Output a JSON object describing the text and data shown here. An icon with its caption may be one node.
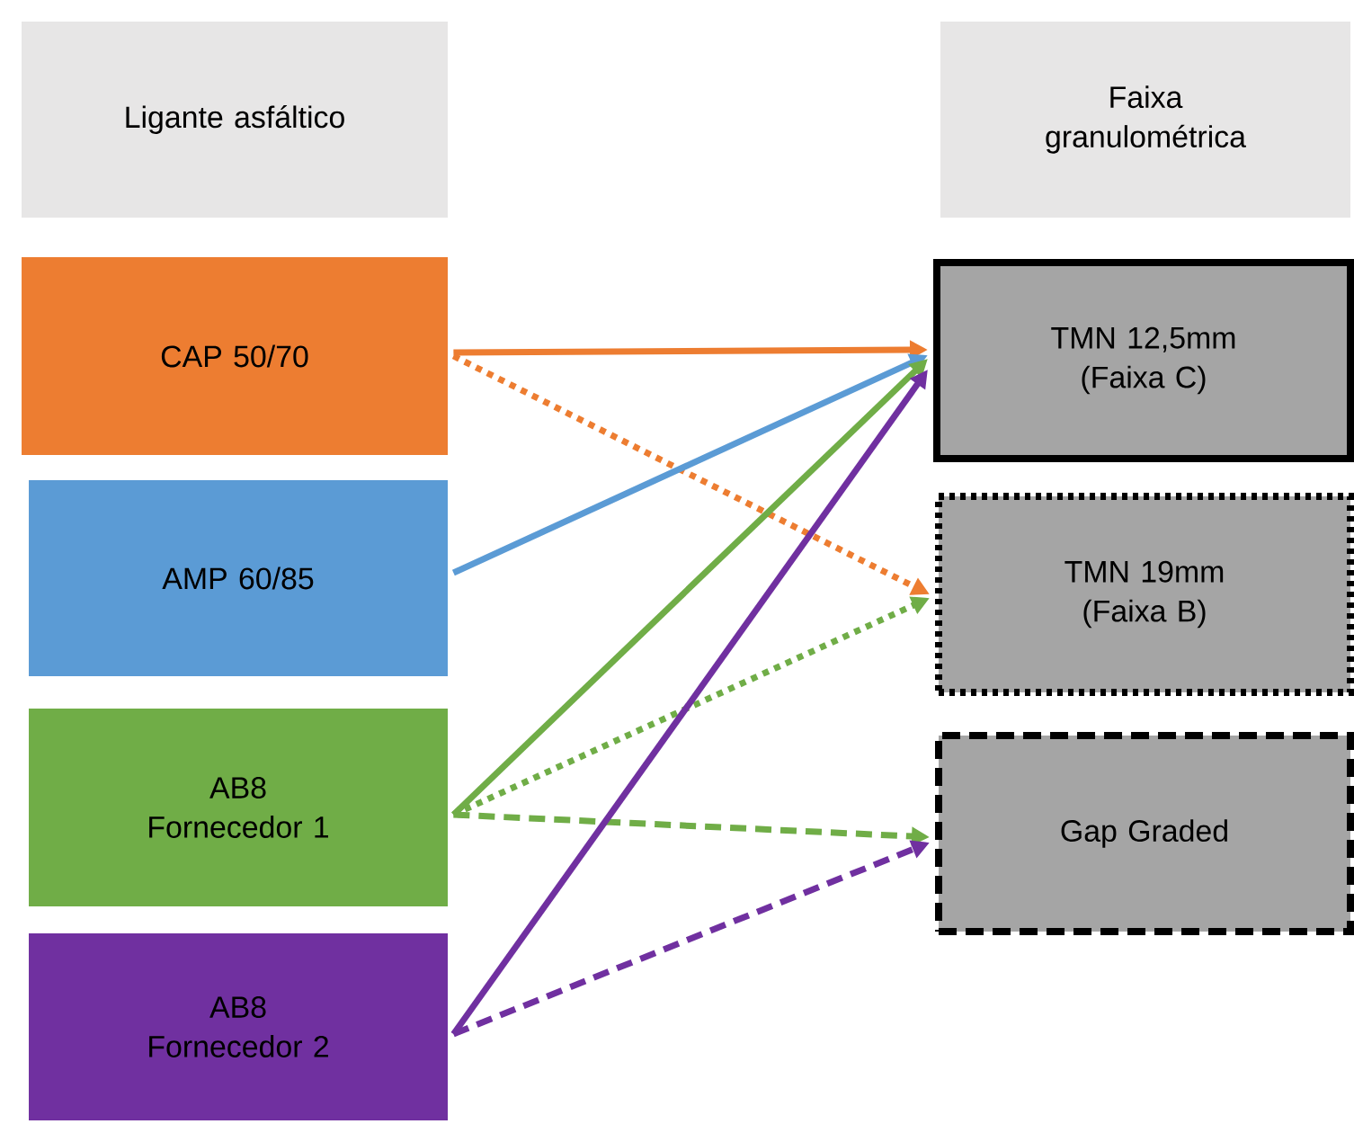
{
  "diagram": {
    "nodes": [
      {
        "text": [
          "Ligante asfáltico"
        ]
      },
      {
        "text": [
          "Faixa granulométrica"
        ]
      },
      {
        "text": [
          "CAP 50/70"
        ]
      },
      {
        "text": [
          "AMP 60/85"
        ]
      },
      {
        "text": [
          "AB8 Fornecedor 1"
        ]
      },
      {
        "text": [
          "AB8 Fornecedor 2"
        ]
      },
      {
        "text": [
          "TMN 12,5mm (Faixa C)"
        ]
      },
      {
        "text": [
          "TMN 19mm (Faixa B)"
        ]
      },
      {
        "text": [
          "Gap Graded"
        ]
      }
    ],
    "edges": [
      {
        "from": 2,
        "to": 6,
        "arrow": "to",
        "color": "#ed7d31"
      },
      {
        "from": 2,
        "to": 7,
        "arrow": "to",
        "style": "dashed",
        "color": "#ed7d31"
      },
      {
        "from": 3,
        "to": 6,
        "arrow": "to",
        "color": "#5b9bd5"
      },
      {
        "from": 4,
        "to": 6,
        "arrow": "to",
        "color": "#70ad47"
      },
      {
        "from": 4,
        "to": 7,
        "arrow": "to",
        "style": "dashed",
        "color": "#70ad47"
      },
      {
        "from": 4,
        "to": 8,
        "arrow": "to",
        "style": "dashed",
        "color": "#70ad47"
      },
      {
        "from": 5,
        "to": 6,
        "arrow": "to",
        "color": "#7030a0"
      },
      {
        "from": 5,
        "to": 8,
        "arrow": "to",
        "style": "dashed",
        "color": "#7030a0"
      }
    ]
  }
}
